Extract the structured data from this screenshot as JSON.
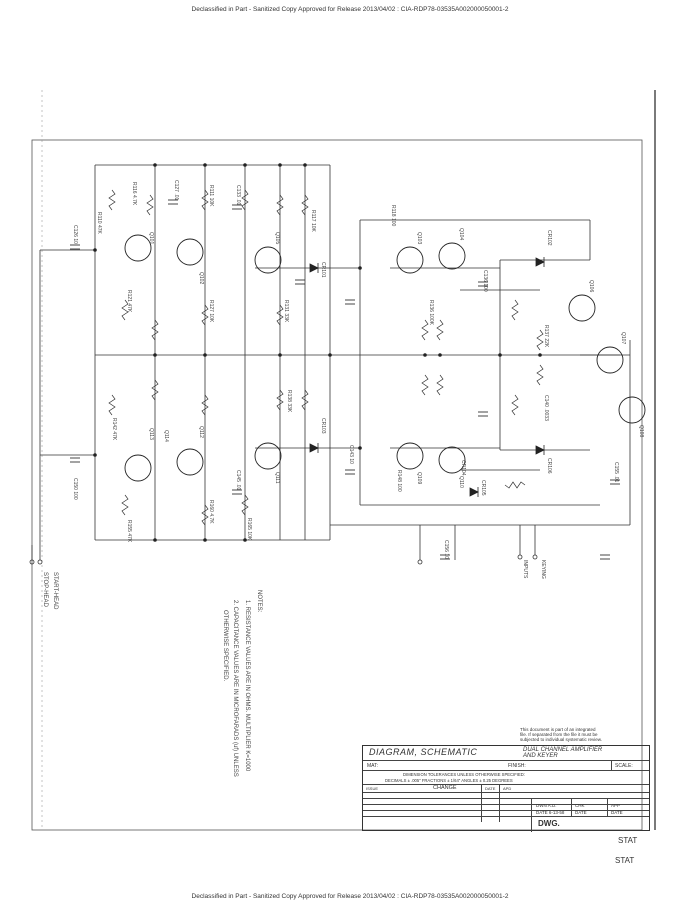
{
  "header": {
    "top": "Declassified in Part - Sanitized Copy Approved for Release 2013/04/02 : CIA-RDP78-03535A002000050001-2",
    "bottom": "Declassified in Part - Sanitized Copy Approved for Release 2013/04/02 : CIA-RDP78-03535A002000050001-2"
  },
  "stamps": {
    "stat1": "STAT",
    "stat2": "STAT"
  },
  "notice": {
    "l1": "This document is part of an integrated",
    "l2": "file. If separated from the file it must be",
    "l3": "subjected to individual systematic review."
  },
  "title_block": {
    "title": "DIAGRAM, SCHEMATIC",
    "subtitle1": "DUAL CHANNEL AMPLIFIER",
    "subtitle2": "AND KEYER",
    "mat": "MAT:",
    "finish": "FINISH:",
    "scale": "SCALE:",
    "tol1": "DIMENSION TOLERANCES UNLESS OTHERWISE SPECIFIED:",
    "tol2": "DECIMALS ± .005\"   FRACTIONS ± 1/64\"   ANGLES ± 0.25 DEGREES",
    "issue": "ISSUE",
    "change": "CHANGE",
    "date": "DATE",
    "apd": "APD",
    "dwn": "DWN A.D.",
    "chk": "CHK",
    "app": "APP",
    "date_val": "DATE 6-13-58",
    "date2": "DATE",
    "date3": "DATE",
    "dwg": "DWG."
  },
  "notes": {
    "head": "NOTES:",
    "n1": "1. RESISTANCE VALUES ARE IN OHMS. MULTIPLIER K=1000",
    "n2": "2. CAPACITANCE VALUES ARE IN MICROFARADS (uf) UNLESS",
    "n3": "OTHERWISE SPECIFIED."
  },
  "inputs": {
    "start": "START-HEAD",
    "stop": "STOP-HEAD",
    "keying": "KEYING",
    "inputs_label": "INPUTS"
  },
  "components": {
    "q1": "Q101",
    "q2": "Q102",
    "q3": "Q103",
    "q4": "Q104",
    "q5": "Q105",
    "q6": "Q106",
    "q7": "Q107",
    "q8": "Q108",
    "q9": "Q109",
    "q10": "Q110",
    "q11": "Q111",
    "q12": "Q112",
    "q13": "Q113",
    "q14": "Q114",
    "cr1": "CR101",
    "cr2": "CR102",
    "cr3": "CR103",
    "cr4": "CR104",
    "cr5": "CR105",
    "cr6": "CR106",
    "r1": "R110 47K",
    "r2": "R111 10K",
    "r3": "R116 4.7K",
    "r4": "R117 10K",
    "r5": "R118 100",
    "r6": "R121 47K",
    "r7": "R127 10K",
    "r8": "R131 33K",
    "r9": "R137 22K",
    "r10": "R142 47K",
    "r11": "R148 100",
    "r12": "R155 47K",
    "r13": "R160 4.7K",
    "r14": "R165 10K",
    "r15": "R136 100K",
    "r16": "R138 33K",
    "c1": "C126 10",
    "c2": "C127 .01",
    "c3": "C133 .01",
    "c4": "C136 100",
    "c5": "C140 .0033",
    "c6": "C143 10",
    "c7": "C145 .01",
    "c8": "C150 100",
    "c9": "C155 .01",
    "c10": "C156 10"
  }
}
